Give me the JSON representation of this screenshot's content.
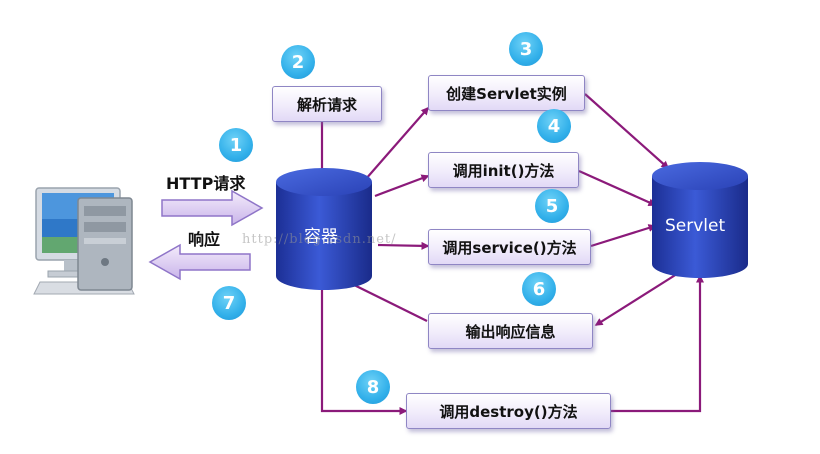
{
  "steps": {
    "s1": "1",
    "s2": "2",
    "s3": "3",
    "s4": "4",
    "s5": "5",
    "s6": "6",
    "s7": "7",
    "s8": "8"
  },
  "labels": {
    "http_request": "HTTP请求",
    "response": "响应"
  },
  "boxes": {
    "parse_request": "解析请求",
    "create_instance": "创建Servlet实例",
    "call_init": "调用init()方法",
    "call_service": "调用service()方法",
    "output_response": "输出响应信息",
    "call_destroy": "调用destroy()方法"
  },
  "nodes": {
    "container": "容器",
    "servlet": "Servlet"
  },
  "colors": {
    "arrow": "#8b1a7a",
    "badge": "#2fa8e6",
    "cylinder": "#2d4cc0",
    "box_border": "#8f86c4"
  },
  "icons": {
    "client": "computer-icon"
  },
  "watermark": "http://blog.csdn.net/"
}
